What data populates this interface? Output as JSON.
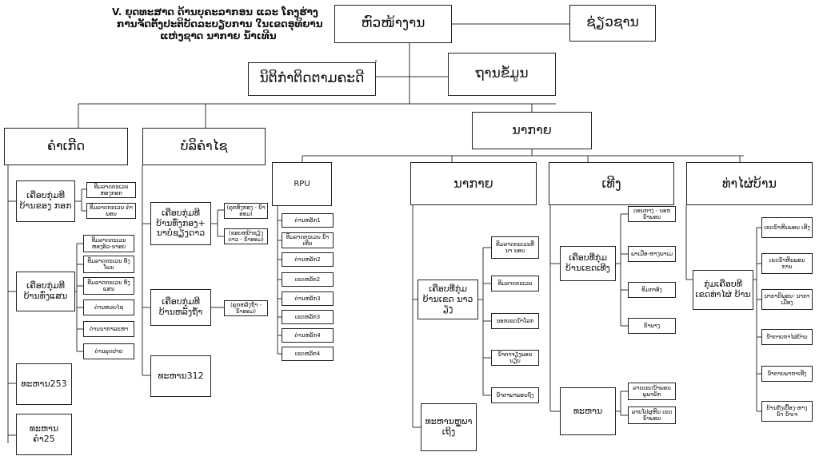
{
  "title_lines": [
    "V. ຍຸດທະສາດ ດ້ານບຸຄະລາກອນ ແລະ ໂຄງຮ່າງ",
    "ການຈັດຕັ້ງປະຕິບັດລະບຽບການ ໃນເຂດອຸທິຍານ",
    "ແຫ່ງຊາດ ນາກາຍ ນ້ຳເທີນ"
  ],
  "nodes": {
    "hq": "ຫົວໜ້າງານ",
    "advisor": "ຊ່ຽວຊານ",
    "law": "ນິຕິກຳຕິດຕາມຄະດີ",
    "database": "ຖານຂໍ້ມູນ",
    "khamkeut": "ຄຳເກີດ",
    "bolikhamxay": "ບໍລິຄຳໄຊ",
    "nakai": "ນາກາຍ",
    "rpu": "RPU",
    "nakai_dist": "ນາກາຍ",
    "thengdistrict": "ເທີງ",
    "thaphabat": "ທ່າໄຜ່ບ້ານ",
    "kk_g1": "ເຄືອບກຸ່ມທີ ບ້ານຂອງ ກອກ",
    "kk_g1_a": "ທີມລາດຕະເວນ ຫອງກອກ",
    "kk_g1_b": "ທີມລາດຕະເວນ ຄຳພອນ",
    "kk_g2": "ເຄືອບກຸ່ມທີ ບ້ານທົ່ງແສນ",
    "kk_g2_a": "ທີມລາດຕະເວນ ຫອງອ້ວ-ນາອຍ",
    "kk_g2_b": "ທີມລາດຕະເວນ ທົ່ງໂພນ",
    "kk_g2_c": "ທີມລາດຕະເວນ ທົ່ງແສນ",
    "kk_g2_d": "ດ່ານຫວຍໄຊ",
    "kk_g2_e": "ດ່ານນາກາລະຫາ",
    "kk_g2_f": "ດ່ານລຸດປາຍ",
    "kk_253": "ທະຫານ253",
    "kk_25": "ທະຫານ ຄຳ25",
    "bx_g1": "ເຄືອບກຸ່ມທີ ບ້ານທົ່ງກອງ+ ນາບໍ່ຊຽງດາວ",
    "bx_g1_a": "(ຄຸກທົ່ງກອງ - ນໍ້າອອມ)",
    "bx_g1_b": "(ຂອບຫນ້າຊຽງ ດາວ - ນໍ້າອອມ)",
    "bx_g2": "ເຄືອບກຸ່ມທີ ບ້ານຫລັງຖ້ຳ",
    "bx_g2_a": "(ຄຸກຫລັງຖ້ຳ - ນໍ້າອອມ)",
    "bx_312": "ທະຫານ312",
    "rpu_1": "ດ່ານຫລັກ1",
    "rpu_2": "ທີມລາດຕະເວນ ນ້ຳເທີນ",
    "rpu_3": "ດ່ານຫລັກ2",
    "rpu_4": "ເຂດຫລັກ2",
    "rpu_5": "ດ່ານຫລັກ3",
    "rpu_6": "ເຂດຫລັກ3",
    "rpu_7": "ດ່ານຫລັກ4",
    "rpu_8": "ເຂດຫລັກ4",
    "nk_g1": "ເຄືອບທີ່ກຸ່ມ ບ້ານເຂດ ນາວຽງ",
    "nk_g1_a": "ທີມລາດຕະເວນທີ່ນາ ນອນ",
    "nk_g1_b": "ທີມລາດຕະເວນ",
    "nk_g1_c": "ນອກເຂດນ້ຳໂລກ",
    "nk_g1_d": "ນໍ້າຕາຈຽງພອນນຽບ",
    "nk_g1_e": "ນໍ້າຕາພາພອນຖົງ",
    "nk_army": "ທະຫານຫຼູພາ ເຖິງ",
    "tg_g1": "ເຄືອບທີ່ກຸ່ມ ບ້ານເຂດເທີງ",
    "tg_g1_a": "ດອນກາງ - ນອກນໍ້າພອນ",
    "tg_g1_b": "ພາເມືອ-ຫາງພາເມ",
    "tg_g1_c": "ທີມກາອົງ",
    "tg_g1_d": "ນໍ້າພາງ",
    "tg_army": "ທະຫານ",
    "tg_army_a": "ລາຍເຂດນ້ຳພອນ ພູພາພັກ",
    "tg_army_b": "ລາຍໂປຜູຫີນ ເຂດນ້ຳພອນ",
    "tp_g1": "ກຸ່ມເຄືອບທີ ເຂດທ່າໄຜ່ ບ້ານ",
    "tp_g1_a": "ເຂດນ້ຳຫີນພອນ ເທີງ",
    "tp_g1_b": "ເຂດນ້ຳຫີນພອນ ການ",
    "tp_g1_c": "ນາກາຍີພອນ- ນາກາເມືອງ",
    "tp_g1_d": "ນໍ້າຕາຍກາໄຜ່ບ້ານ",
    "tp_g1_e": "ນໍ້າຕາຍພາກາເທີງ",
    "tp_g1_f": "ບ້ານກັງເບື້ອງ-ຫາງນໍ້າ ນໍ້າເຈ"
  }
}
